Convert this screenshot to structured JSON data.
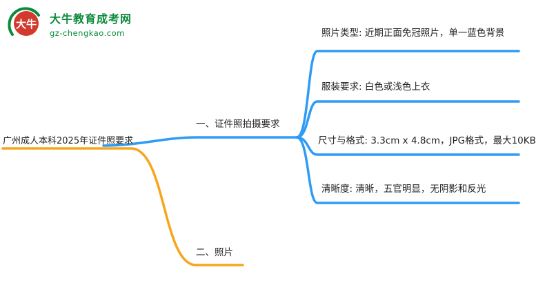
{
  "logo": {
    "icon_text": "大牛",
    "site_name": "大牛教育成考网",
    "site_url": "gz-chengkao.com"
  },
  "colors": {
    "branch_blue": "#2e9bf5",
    "branch_orange": "#f7a51b",
    "node_text": "#1f1f1f",
    "logo_green": "#0a8a3a",
    "logo_red": "#d3392c"
  },
  "mindmap": {
    "root": {
      "label": "广州成人本科2025年证件照要求"
    },
    "branches": [
      {
        "label": "一、证件照拍摄要求",
        "children": [
          {
            "label": "照片类型: 近期正面免冠照片，单一蓝色背景"
          },
          {
            "label": "服装要求: 白色或浅色上衣"
          },
          {
            "label": "尺寸与格式: 3.3cm x 4.8cm，JPG格式，最大10KB"
          },
          {
            "label": "清晰度: 清晰，五官明显，无阴影和反光"
          }
        ]
      },
      {
        "label": "二、照片",
        "children": []
      }
    ]
  }
}
